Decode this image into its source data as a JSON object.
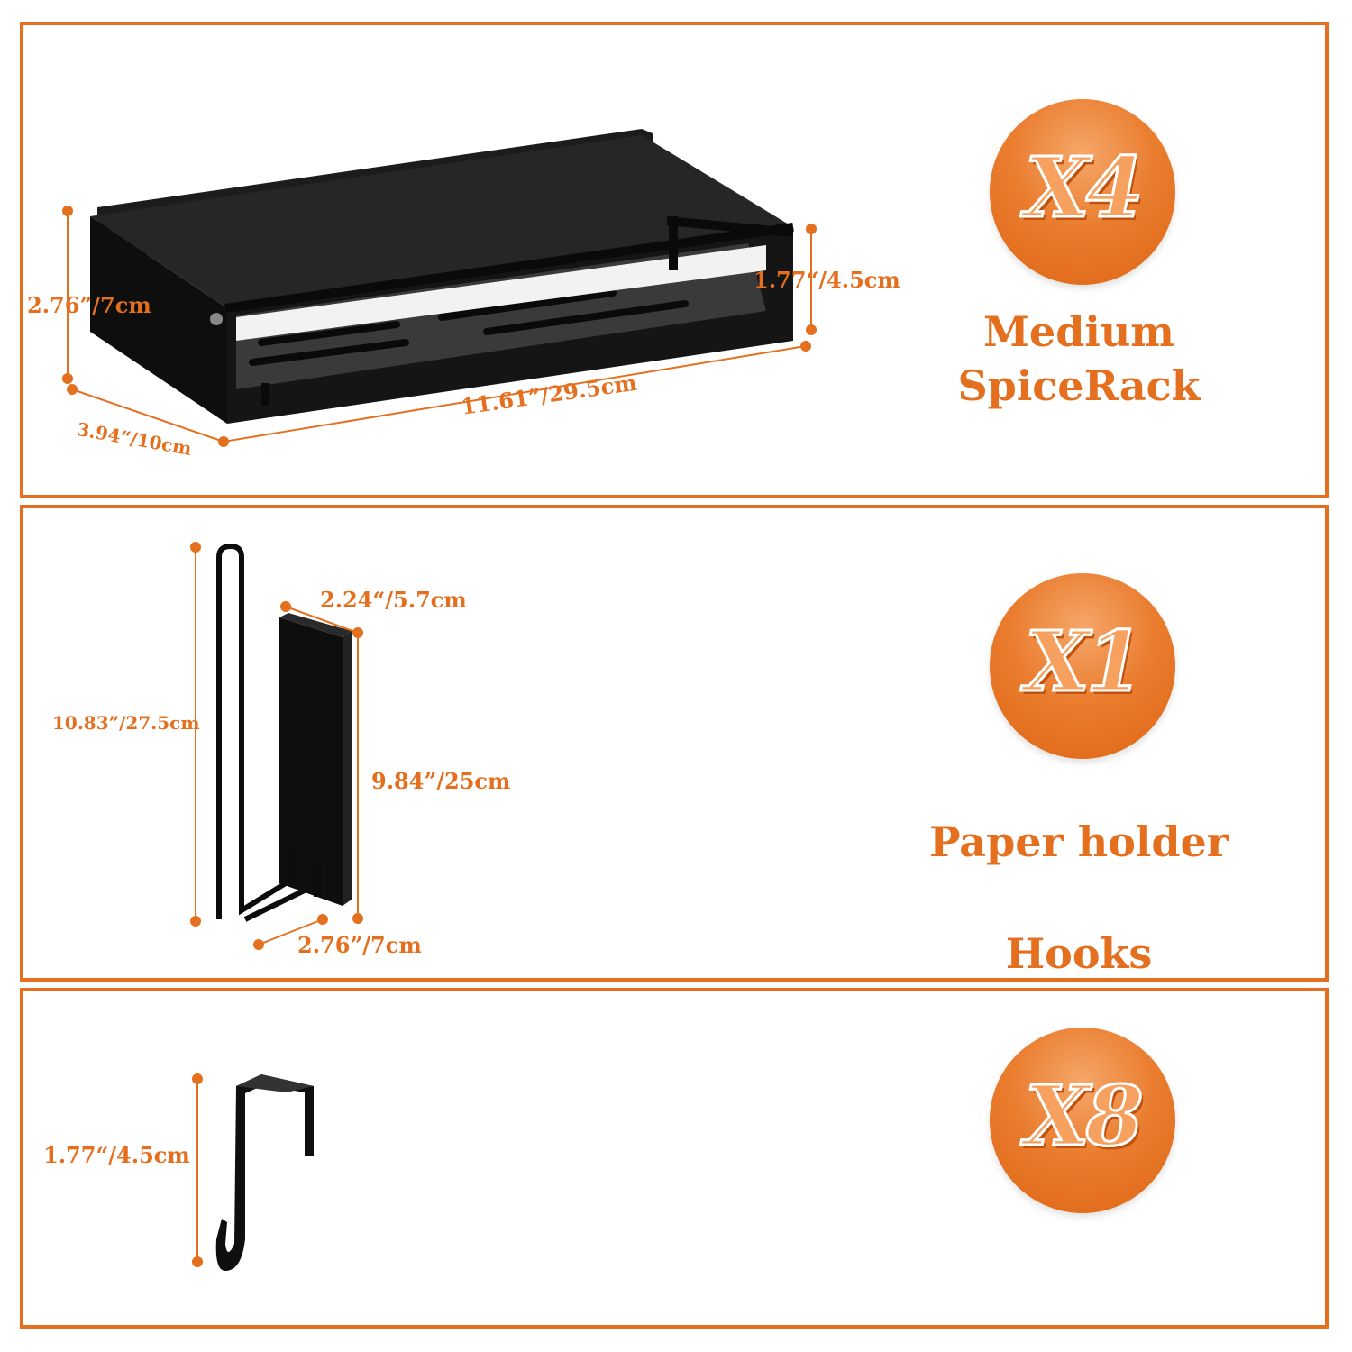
{
  "rack": {
    "quantity": "X4",
    "title_line1": "Medium",
    "title_line2": "SpiceRack",
    "dim_height_back": "2.76”/7cm",
    "dim_height_front": "1.77“/4.5cm",
    "dim_depth": "3.94“/10cm",
    "dim_length": "11.61”/29.5cm"
  },
  "paper": {
    "quantity": "X1",
    "title": "Paper holder",
    "dim_total_height": "10.83”/27.5cm",
    "dim_plate_width": "2.24“/5.7cm",
    "dim_plate_height": "9.84”/25cm",
    "dim_depth": "2.76”/7cm"
  },
  "hooks": {
    "quantity": "X8",
    "title": "Hooks",
    "dim_height": "1.77“/4.5cm"
  },
  "colors": {
    "accent": "#e4701f",
    "product": "#111111"
  }
}
